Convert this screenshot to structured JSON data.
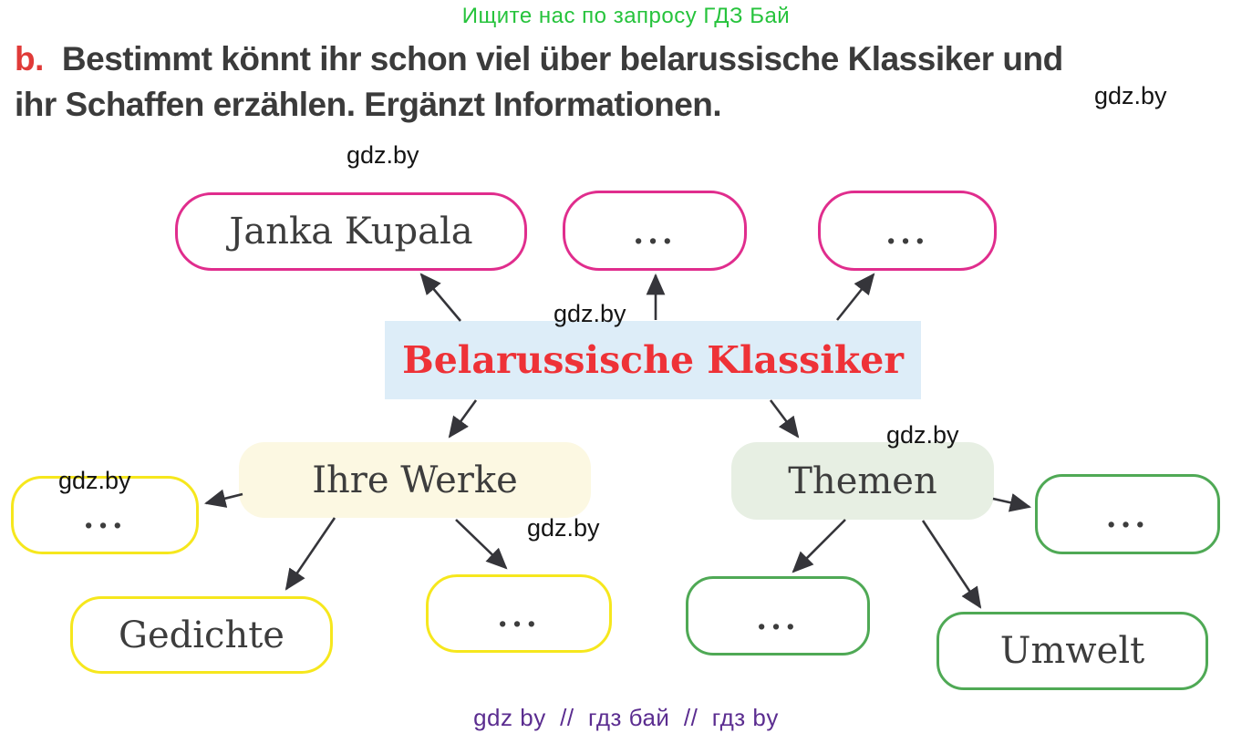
{
  "page": {
    "promo_top": "Ищите нас по запросу ГДЗ Бай",
    "footer": "gdz by  //  гдз бай  //  гдз by",
    "watermark": "gdz.by"
  },
  "heading": {
    "marker": "b.",
    "line1": "Bestimmt könnt ihr schon viel über belarussische Klassiker und",
    "line2": "ihr Schaffen erzählen. Ergänzt Informationen."
  },
  "diagram": {
    "center": "Belarussische Klassiker",
    "nodes": {
      "janka": "Janka Kupala",
      "top_mid": "...",
      "top_right": "...",
      "ihre_werke": "Ihre Werke",
      "themen": "Themen",
      "werke_left": "...",
      "gedichte": "Gedichte",
      "werke_mid": "...",
      "themen_left": "...",
      "umwelt": "Umwelt",
      "themen_right": "..."
    }
  },
  "colors": {
    "pink_border": "#e02d8d",
    "yellow_border": "#f6e71d",
    "green_border": "#4fa955",
    "center_bg": "#ddedf8",
    "werke_bg": "#fcf8e2",
    "themen_bg": "#e7efe3",
    "center_text": "#ee3237",
    "marker_red": "#e03a38",
    "promo_green": "#26c33c",
    "footer_purple": "#5b2d90",
    "arrow": "#35353a"
  }
}
